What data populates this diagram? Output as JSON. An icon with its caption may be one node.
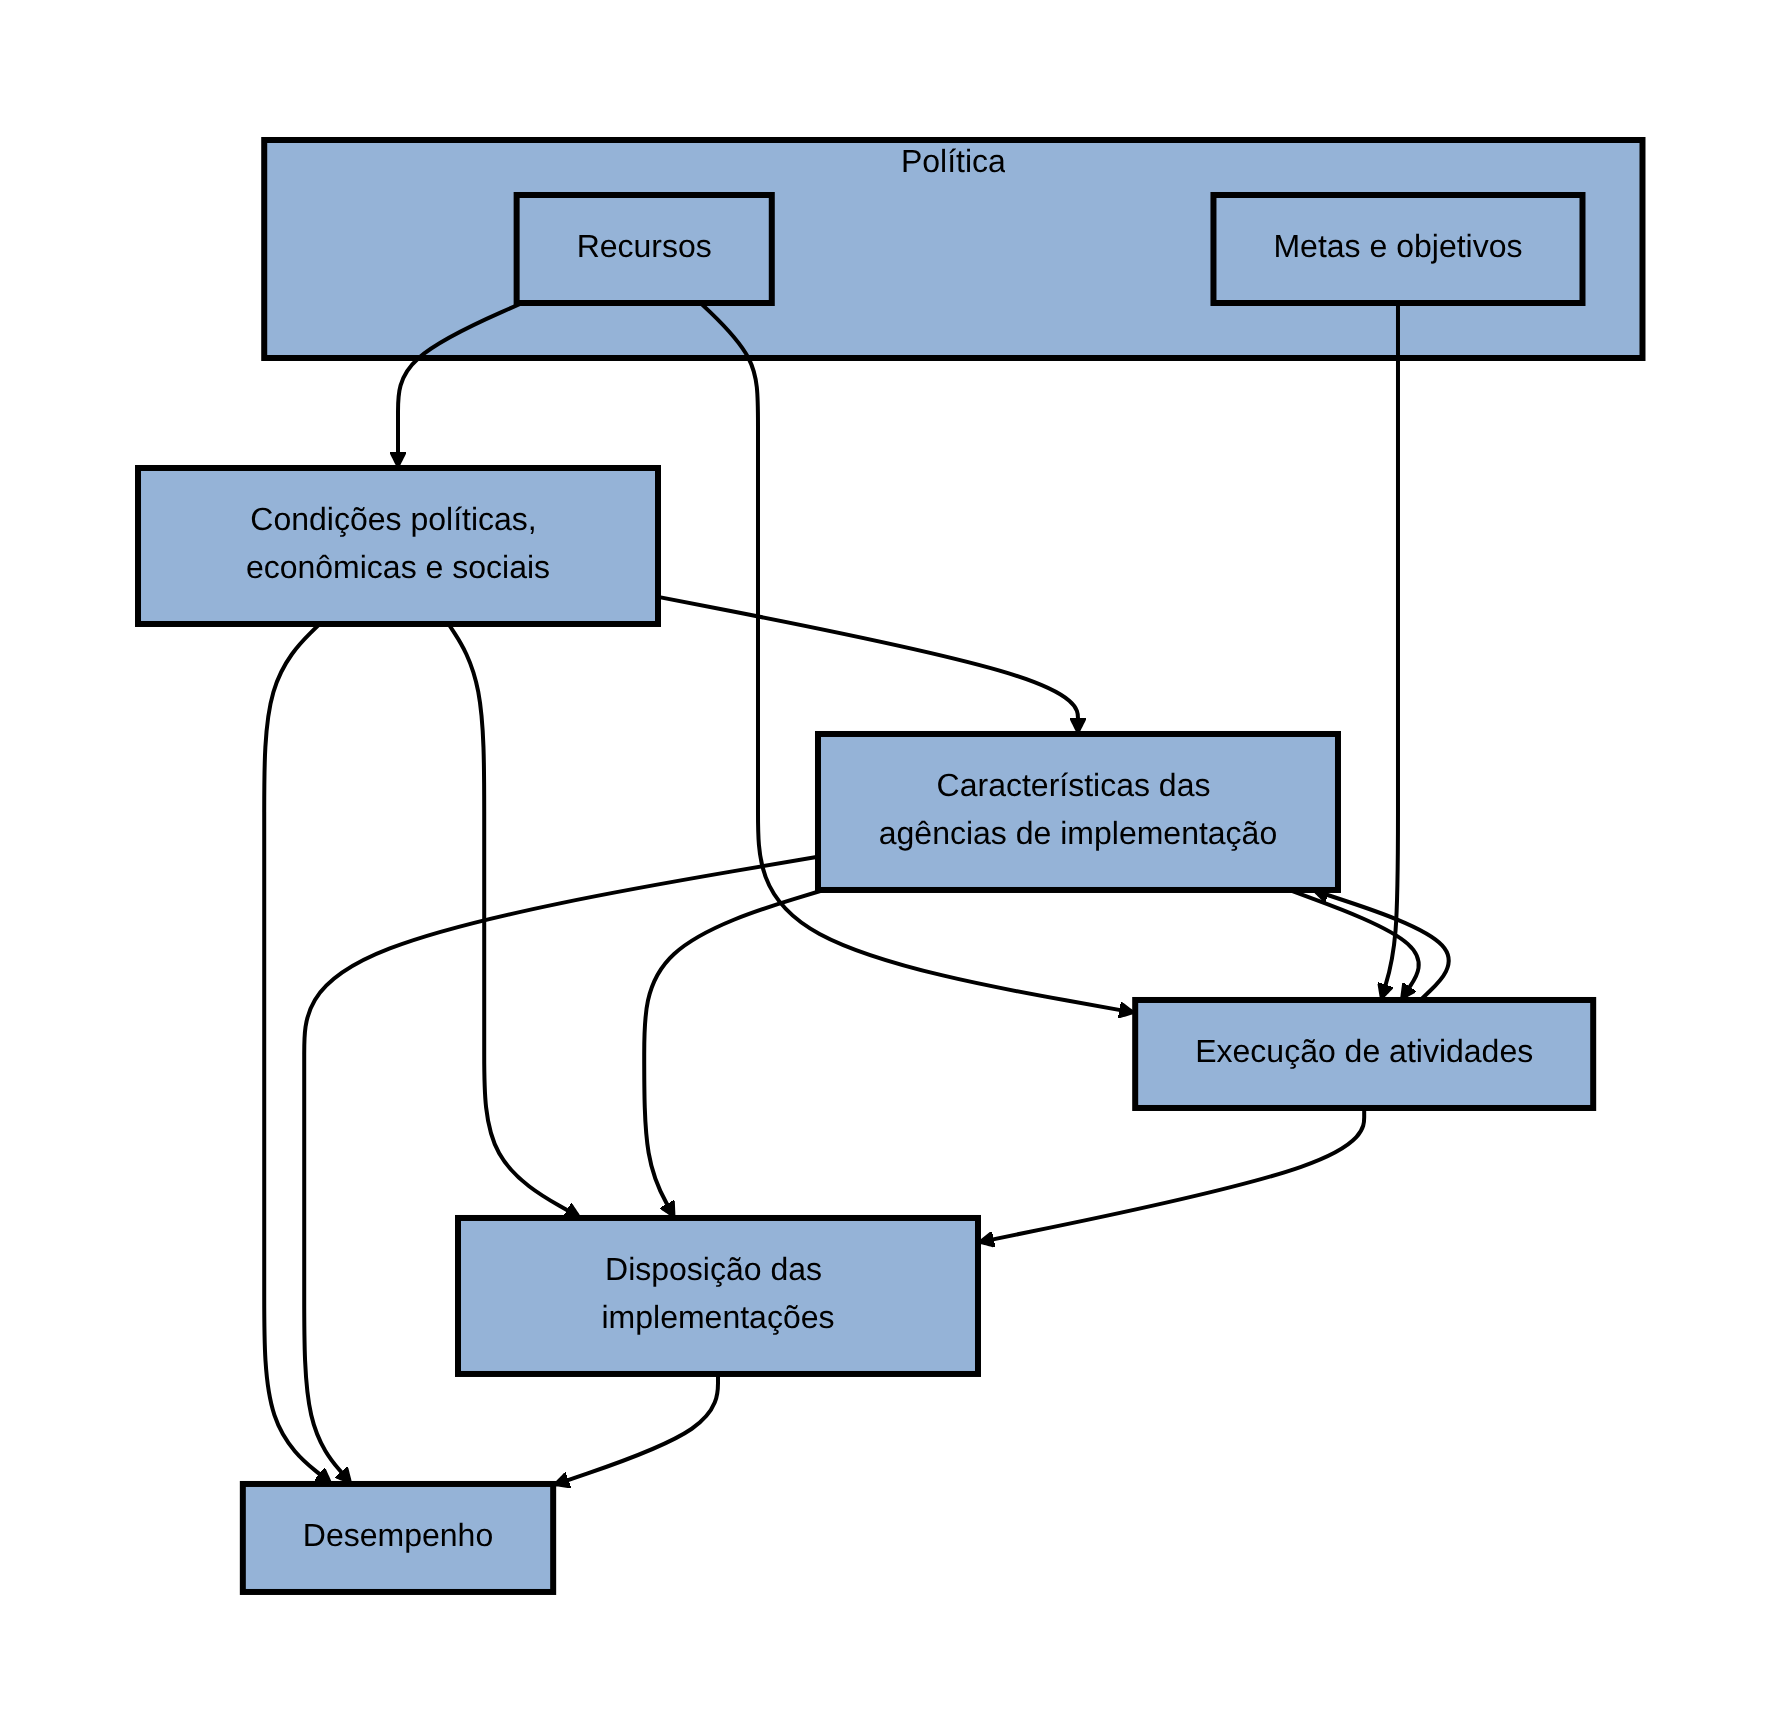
{
  "diagram": {
    "nodes": [
      {
        "text": [
          "Política"
        ]
      },
      {
        "text": [
          "Recursos"
        ],
        "in": 0
      },
      {
        "text": [
          "Metas e objetivos"
        ],
        "in": 0
      },
      {
        "text": [
          "Condições políticas, econômicas e sociais"
        ]
      },
      {
        "text": [
          "Execução de atividades"
        ]
      },
      {
        "text": [
          "Características das agências de implementação"
        ]
      },
      {
        "text": [
          "Disposição das implementações"
        ]
      },
      {
        "text": [
          "Desempenho"
        ]
      }
    ],
    "edges": [
      {
        "from": 1,
        "to": 3,
        "arrow": "to"
      },
      {
        "from": 1,
        "to": 4,
        "arrow": "to"
      },
      {
        "from": 2,
        "to": 4,
        "arrow": "to"
      },
      {
        "from": 3,
        "to": 5,
        "arrow": "to"
      },
      {
        "from": 4,
        "to": 5,
        "arrow": "to"
      },
      {
        "from": 5,
        "to": 4,
        "arrow": "to"
      },
      {
        "from": 3,
        "to": 6,
        "arrow": "to"
      },
      {
        "from": 3,
        "to": 7,
        "arrow": "to"
      },
      {
        "from": 5,
        "to": 6,
        "arrow": "to"
      },
      {
        "from": 4,
        "to": 6,
        "arrow": "to"
      },
      {
        "from": 5,
        "to": 7,
        "arrow": "to"
      },
      {
        "from": 6,
        "to": 7,
        "arrow": "to"
      }
    ]
  }
}
